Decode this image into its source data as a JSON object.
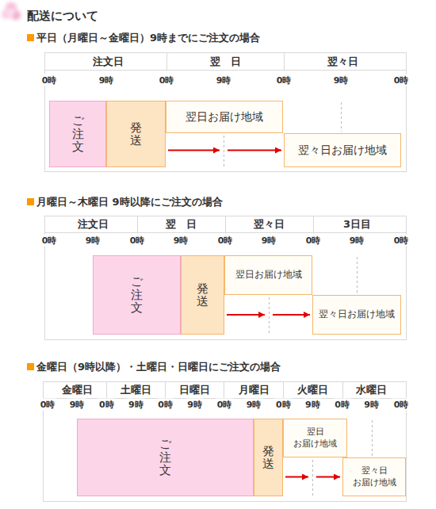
{
  "diagram": {
    "title": "配送について",
    "nodes": [
      {
        "text": [
          "ご注文"
        ]
      },
      {
        "text": [
          "発送"
        ]
      },
      {
        "text": [
          "翌日お届け地域"
        ]
      },
      {
        "text": [
          "翌々日お届け地域"
        ]
      },
      {
        "text": [
          "ご注文"
        ]
      },
      {
        "text": [
          "発送"
        ]
      },
      {
        "text": [
          "翌日お届け地域"
        ]
      },
      {
        "text": [
          "翌々日お届け地域"
        ]
      },
      {
        "text": [
          "ご注文"
        ]
      },
      {
        "text": [
          "発送"
        ]
      },
      {
        "text": [
          "翌日 お届け地域"
        ]
      },
      {
        "text": [
          "翌々日 お届け地域"
        ]
      }
    ],
    "edges": [
      {
        "from": 1,
        "to": 3,
        "arrow": "to"
      },
      {
        "from": 5,
        "to": 7,
        "arrow": "to"
      },
      {
        "from": 9,
        "to": 11,
        "arrow": "to"
      }
    ],
    "labels": [
      "平日（月曜日～金曜日）9時までにご注文の場合",
      "注文日",
      "翌　日",
      "翌々日",
      "0時",
      "9時",
      "0時",
      "9時",
      "0時",
      "9時",
      "0時",
      "月曜日～木曜日 9時以降にご注文の場合",
      "注文日",
      "翌　日",
      "翌々日",
      "3日目",
      "0時",
      "9時",
      "0時",
      "9時",
      "0時",
      "9時",
      "0時",
      "9時",
      "0時",
      "金曜日（9時以降）・土曜日・日曜日にご注文の場合",
      "金曜日",
      "土曜日",
      "日曜日",
      "月曜日",
      "火曜日",
      "水曜日",
      "0時",
      "9時",
      "0時",
      "9時",
      "0時",
      "9時",
      "0時",
      "9時",
      "0時",
      "9時",
      "0時",
      "9時",
      "0時"
    ]
  }
}
